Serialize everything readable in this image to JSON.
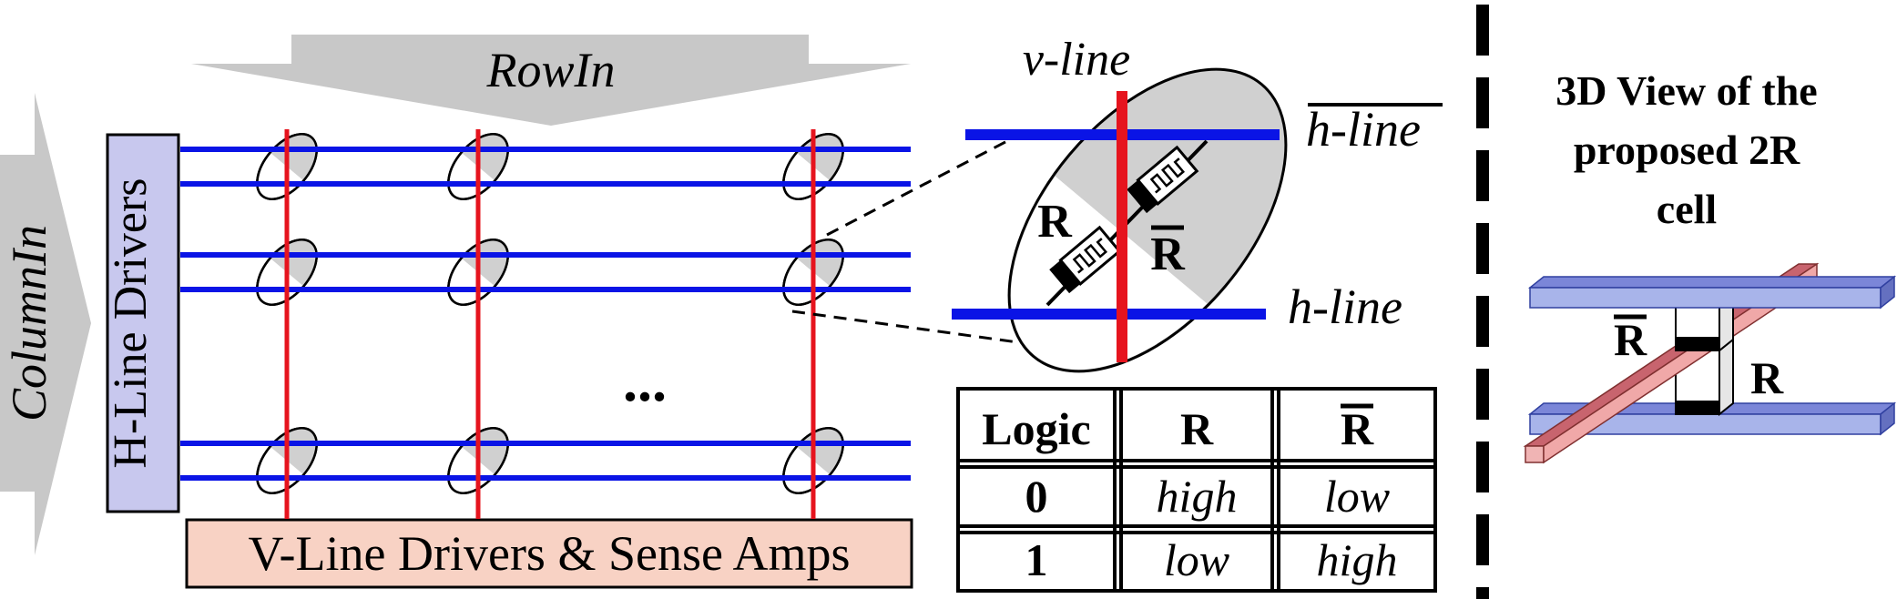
{
  "crossbar": {
    "row_in_label": "RowIn",
    "column_in_label": "ColumnIn",
    "h_drivers_label": "H-Line Drivers",
    "v_drivers_label": "V-Line Drivers & Sense Amps",
    "ellipsis": "...",
    "colors": {
      "h_line": "#0a14e6",
      "v_line": "#e6141e",
      "h_driver_fill": "#c8c8ee",
      "v_driver_fill": "#f8d2c4",
      "arrow_fill": "#c8c8c8"
    }
  },
  "cell_zoom": {
    "v_line_label": "v-line",
    "h_line_bar_label": "h-line",
    "h_line_label": "h-line",
    "r_label": "R",
    "r_bar_label": "R"
  },
  "truth_table": {
    "headers": [
      "Logic",
      "R",
      "R"
    ],
    "rows": [
      [
        "0",
        "high",
        "low"
      ],
      [
        "1",
        "low",
        "high"
      ]
    ]
  },
  "view3d": {
    "title_lines": [
      "3D View of the",
      "proposed 2R",
      "cell"
    ],
    "r_bar_label": "R",
    "r_label": "R"
  }
}
